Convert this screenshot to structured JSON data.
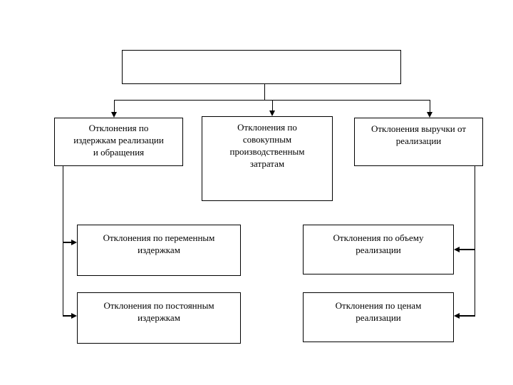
{
  "diagram": {
    "background": "#ffffff",
    "line_color": "#000000",
    "text_color": "#000000",
    "top_box": {
      "label": ""
    },
    "level2": [
      {
        "id": "costs-of-sales",
        "label": "Отклонения по издержкам реализации и обращения",
        "lines": [
          "Отклонения по",
          "издержкам реализации",
          "и обращения"
        ]
      },
      {
        "id": "total-production-costs",
        "label": "Отклонения по совокупным производственным затратам",
        "lines": [
          "Отклонения по",
          "совокупным",
          "производственным",
          "затратам"
        ]
      },
      {
        "id": "sales-revenue",
        "label": "Отклонения выручки от реализации",
        "lines": [
          "Отклонения выручки от",
          "реализации"
        ]
      }
    ],
    "level3_left": [
      {
        "id": "variable-costs",
        "label": "Отклонения по переменным издержкам",
        "lines": [
          "Отклонения по переменным",
          "издержкам"
        ]
      },
      {
        "id": "fixed-costs",
        "label": "Отклонения по постоянным издержкам",
        "lines": [
          "Отклонения по постоянным",
          "издержкам"
        ]
      }
    ],
    "level3_right": [
      {
        "id": "sales-volume",
        "label": "Отклонения по объему реализации",
        "lines": [
          "Отклонения по объему",
          "реализации"
        ]
      },
      {
        "id": "sales-prices",
        "label": "Отклонения по ценам реализации",
        "lines": [
          "Отклонения по ценам",
          "реализации"
        ]
      }
    ]
  }
}
